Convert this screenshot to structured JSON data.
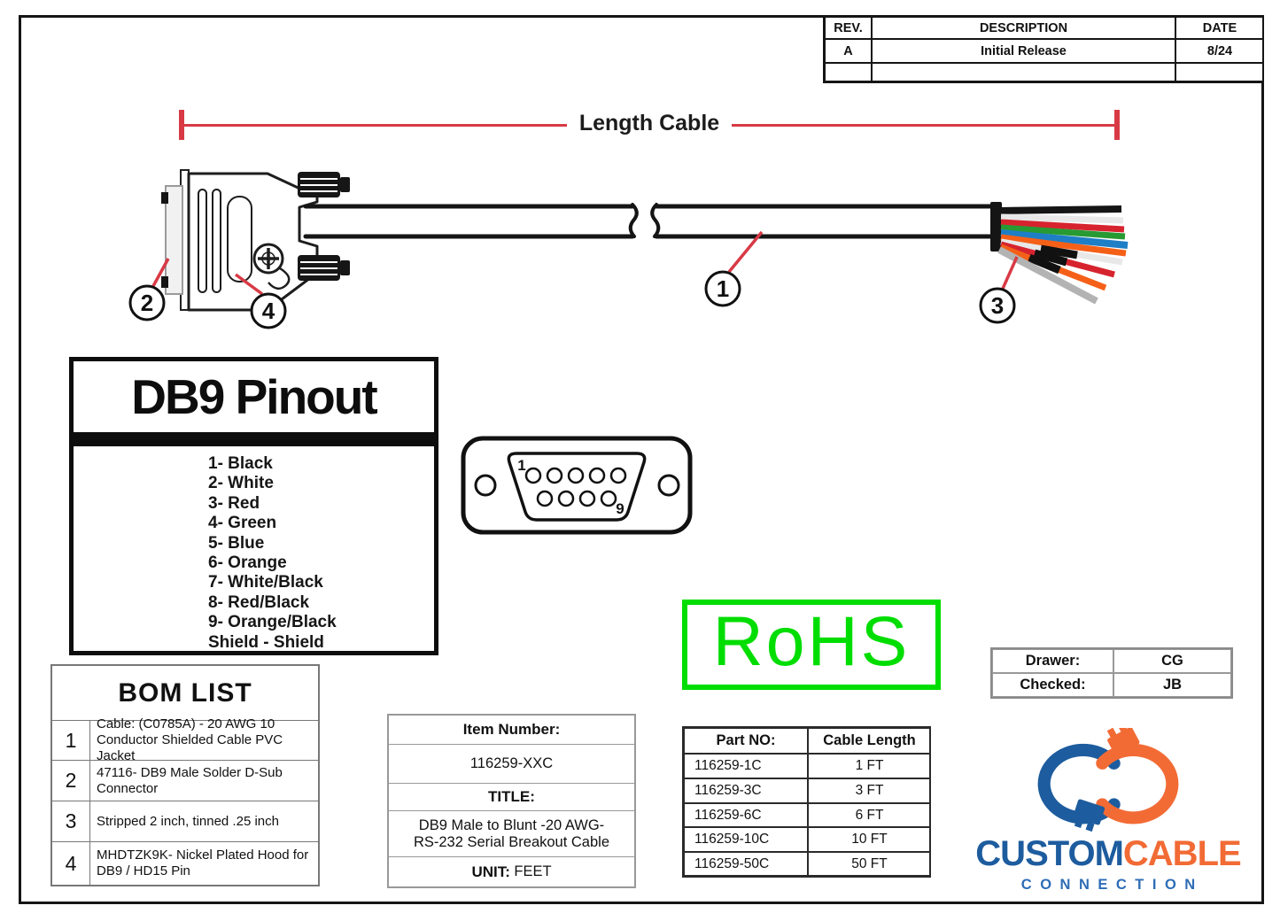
{
  "colors": {
    "accent_red": "#d83a45",
    "rohs_green": "#00dd00",
    "logo_blue": "#1d5c9e",
    "logo_orange": "#f26b35",
    "logo_blue_light": "#2e6db6",
    "wire_black": "#151515",
    "wire_white": "#e8e8e8",
    "wire_red": "#d6232e",
    "wire_green": "#289a33",
    "wire_blue": "#1e7ec6",
    "wire_orange": "#f56018",
    "wire_gray": "#b3b3b3",
    "wire_stripe": "#111111",
    "line_black": "#151515"
  },
  "rev_table": {
    "headers": [
      "REV.",
      "DESCRIPTION",
      "DATE"
    ],
    "rows": [
      [
        "A",
        "Initial Release",
        "8/24"
      ],
      [
        "",
        "",
        ""
      ]
    ]
  },
  "dimension": {
    "label": "Length Cable"
  },
  "callouts": {
    "c1": "1",
    "c2": "2",
    "c3": "3",
    "c4": "4"
  },
  "pinout": {
    "title": "DB9 Pinout",
    "lines": [
      "1- Black",
      "2- White",
      "3- Red",
      "4- Green",
      "5- Blue",
      "6- Orange",
      "7- White/Black",
      "8- Red/Black",
      "9- Orange/Black",
      "Shield - Shield"
    ]
  },
  "db9_face": {
    "pin_first": "1",
    "pin_last": "9"
  },
  "bom": {
    "title": "BOM LIST",
    "rows": [
      {
        "num": "1",
        "desc": "Cable: (C0785A) - 20 AWG 10 Conductor Shielded Cable PVC Jacket"
      },
      {
        "num": "2",
        "desc": "47116- DB9 Male Solder D-Sub Connector"
      },
      {
        "num": "3",
        "desc": "Stripped 2 inch, tinned .25 inch"
      },
      {
        "num": "4",
        "desc": "MHDTZK9K- Nickel Plated Hood for DB9 / HD15 Pin"
      }
    ]
  },
  "item_box": {
    "item_number_label": "Item Number:",
    "item_number": "116259-XXC",
    "title_label": "TITLE:",
    "title": "DB9 Male to Blunt -20 AWG- RS-232 Serial Breakout Cable",
    "unit_label": "UNIT:",
    "unit_value": "FEET"
  },
  "part_table": {
    "headers": [
      "Part NO:",
      "Cable Length"
    ],
    "rows": [
      [
        "116259-1C",
        "1 FT"
      ],
      [
        "116259-3C",
        "3 FT"
      ],
      [
        "116259-6C",
        "6 FT"
      ],
      [
        "116259-10C",
        "10 FT"
      ],
      [
        "116259-50C",
        "50 FT"
      ]
    ]
  },
  "rohs": {
    "label": "RoHS"
  },
  "approval": {
    "rows": [
      [
        "Drawer:",
        "CG"
      ],
      [
        "Checked:",
        "JB"
      ]
    ]
  },
  "logo": {
    "word1": "CUSTOM",
    "word2": "CABLE",
    "word3": "CONNECTION"
  }
}
